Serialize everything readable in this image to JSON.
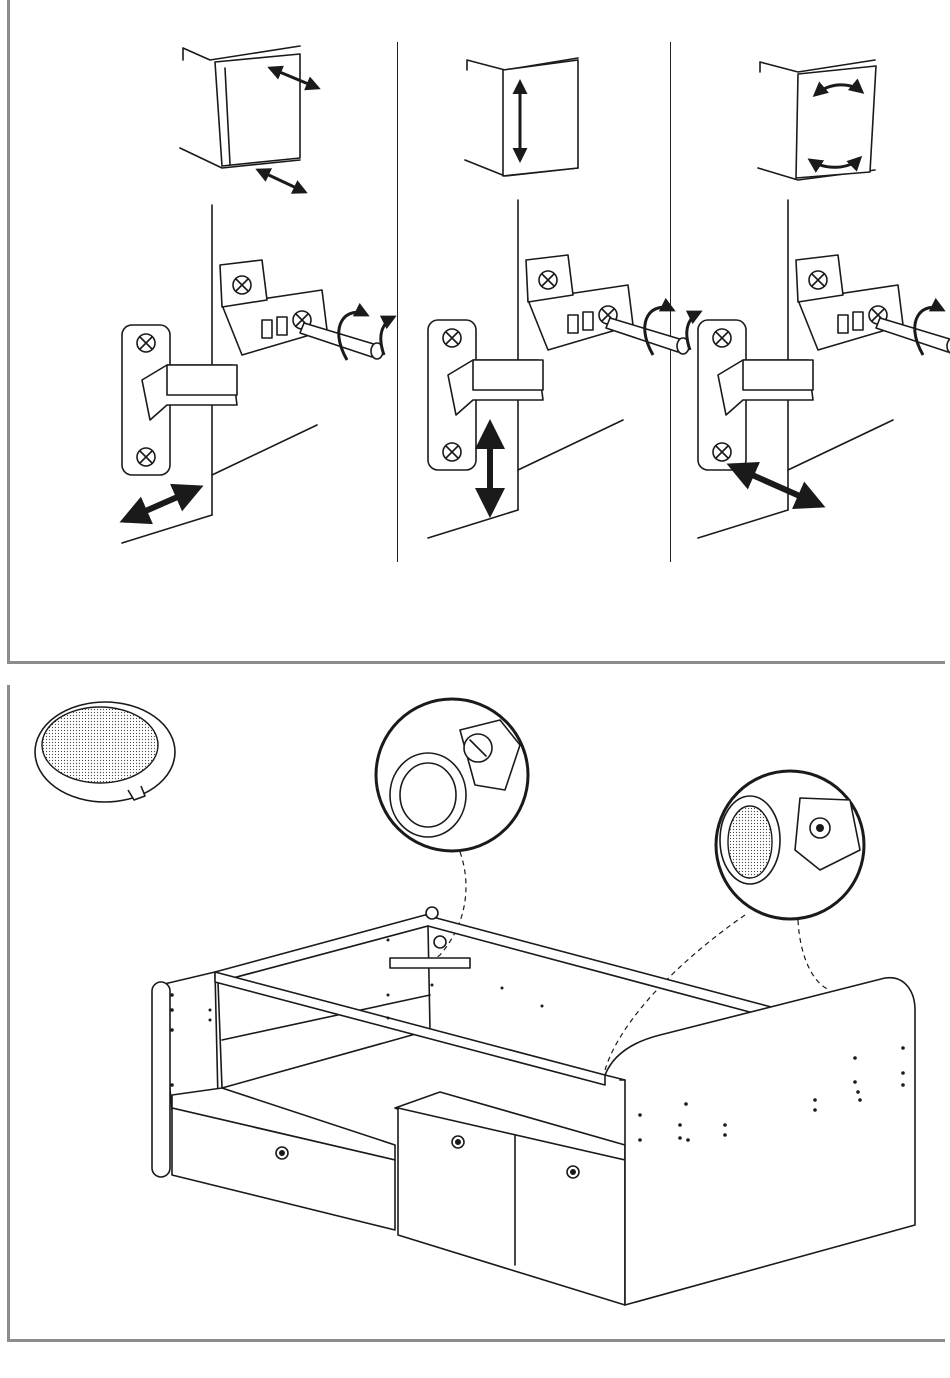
{
  "document": {
    "type": "assembly-instructions",
    "colors": {
      "line": "#1a1a1a",
      "frame": "#8c8c8c",
      "paper": "#ffffff"
    }
  },
  "top_panel": {
    "steps": [
      {
        "adjustment": "lateral",
        "icon": "double-arrow-diagonal-icon"
      },
      {
        "adjustment": "height",
        "icon": "double-arrow-vertical-icon"
      },
      {
        "adjustment": "depth",
        "icon": "double-arrow-depth-icon"
      }
    ]
  },
  "bottom_panel": {
    "parts": [
      {
        "name": "cover-cap",
        "icon": "cover-cap-icon"
      },
      {
        "name": "cam-lock-detail",
        "icon": "cam-lock-detail-icon"
      },
      {
        "name": "cap-on-bolt-detail",
        "icon": "cap-on-bolt-detail-icon"
      },
      {
        "name": "bed-frame",
        "icon": "bed-frame-icon"
      }
    ]
  }
}
